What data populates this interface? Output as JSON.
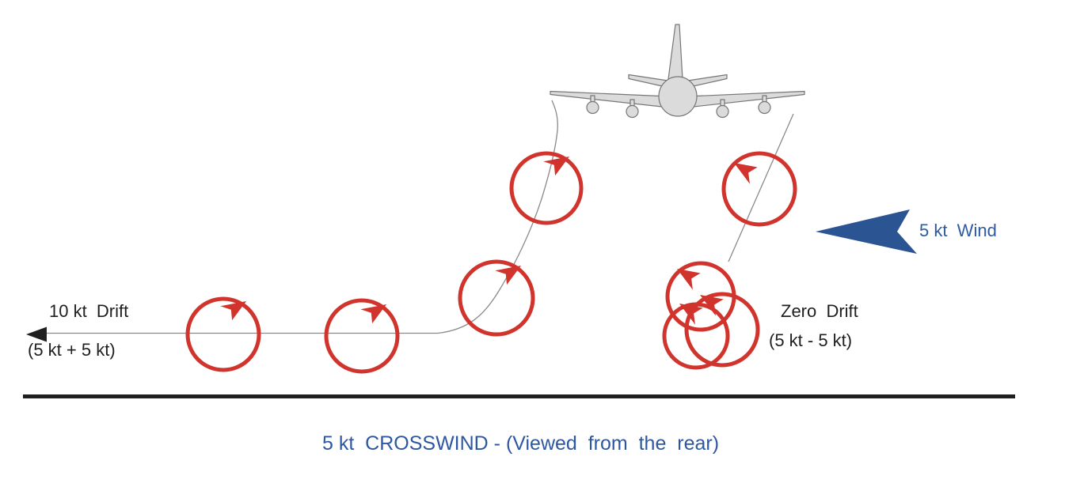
{
  "caption": "5 kt  CROSSWIND - (Viewed  from  the  rear)",
  "labels": {
    "left_drift_line1": "10 kt  Drift",
    "left_drift_line2": "(5 kt + 5 kt)",
    "right_drift_line1": "Zero  Drift",
    "right_drift_line2": "(5 kt - 5 kt)",
    "wind": "5 kt  Wind"
  },
  "figure": {
    "aircraft": "four-engine jet viewed from the rear",
    "left_trail_vortex_count": 4,
    "right_trail_vortex_count": 4,
    "left_vortex_rotation": "clockwise",
    "right_vortex_rotation": "counter-clockwise",
    "wind_direction": "from right to left"
  },
  "colors": {
    "vortex_red": "#d0342c",
    "wind_blue": "#2a5492",
    "text_blue": "#2d5aa0",
    "caption_blue": "#2e57a2",
    "ink": "#1f1f1f",
    "line_gray": "#8a8a8a",
    "aircraft_fill": "#dbdbdb",
    "aircraft_stroke": "#767676"
  }
}
